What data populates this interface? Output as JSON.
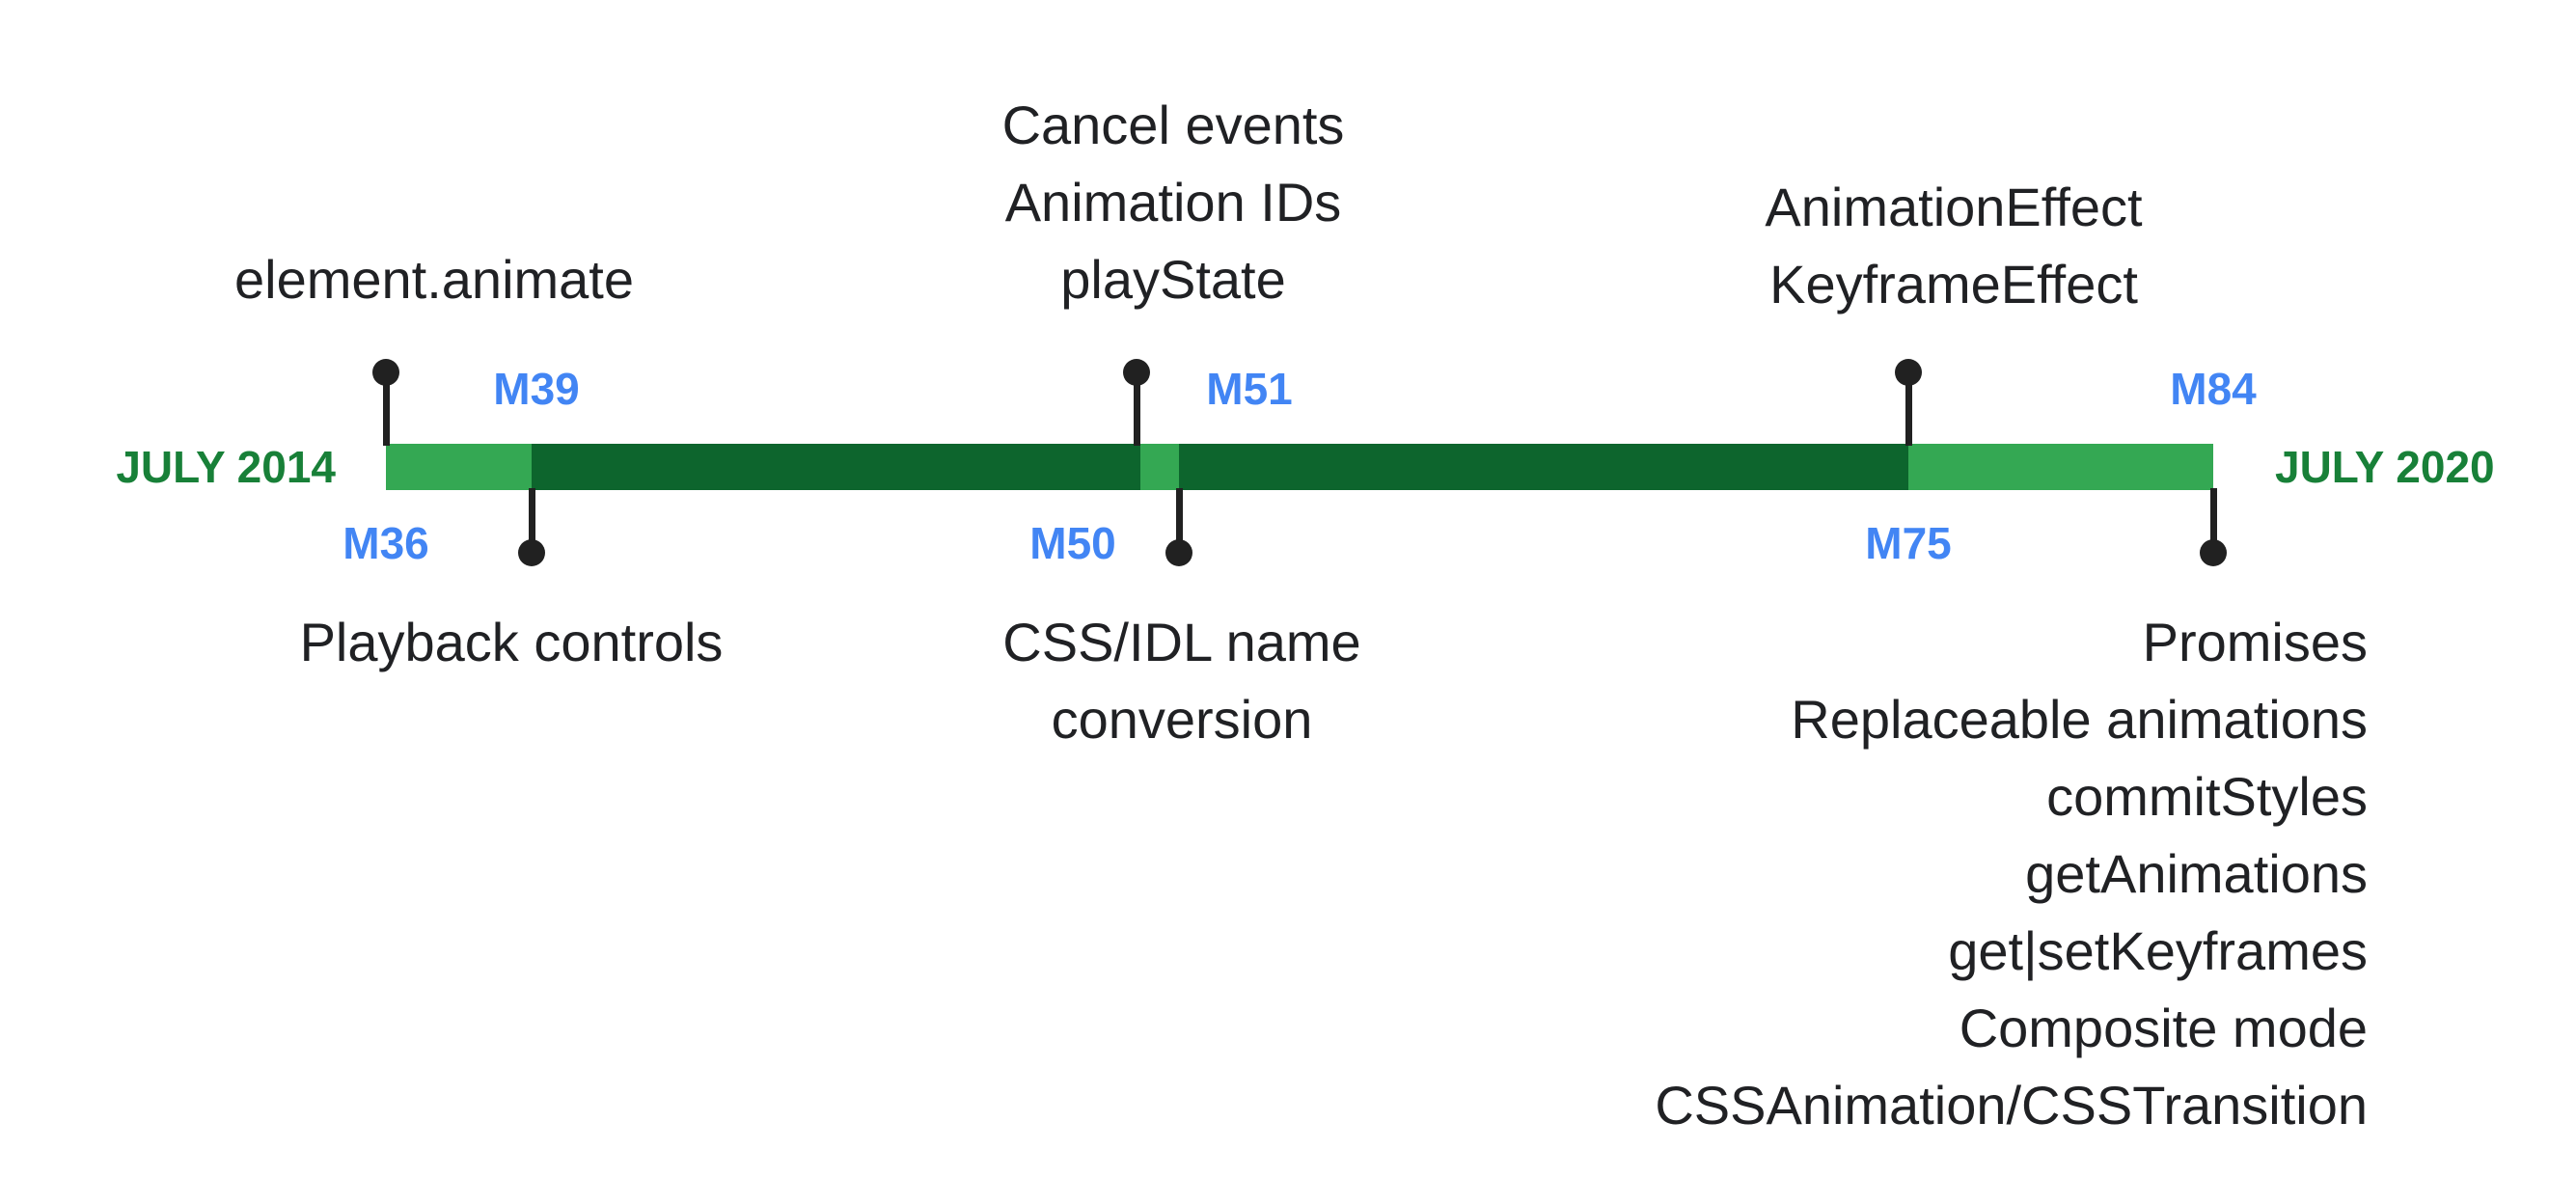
{
  "timeline": {
    "start_label": "JULY 2014",
    "end_label": "JULY 2020"
  },
  "milestones": {
    "m36": {
      "label": "M36",
      "features": [
        "element.animate"
      ]
    },
    "m39": {
      "label": "M39",
      "features": [
        "Playback controls"
      ]
    },
    "m50": {
      "label": "M50",
      "features": [
        "Cancel events",
        "Animation IDs",
        "playState"
      ]
    },
    "m51": {
      "label": "M51",
      "features": [
        "CSS/IDL name",
        "conversion"
      ]
    },
    "m75": {
      "label": "M75",
      "features": [
        "AnimationEffect",
        "KeyframeEffect"
      ]
    },
    "m84": {
      "label": "M84",
      "features": [
        "Promises",
        "Replaceable animations",
        "commitStyles",
        "getAnimations",
        "get|setKeyframes",
        "Composite mode",
        "CSSAnimation/CSSTransition"
      ]
    }
  },
  "colors": {
    "light_green": "#34A853",
    "dark_green": "#0D652D",
    "milestone_blue": "#4285F4",
    "date_green": "#188038",
    "text_black": "#202124",
    "marker_black": "#212121"
  }
}
